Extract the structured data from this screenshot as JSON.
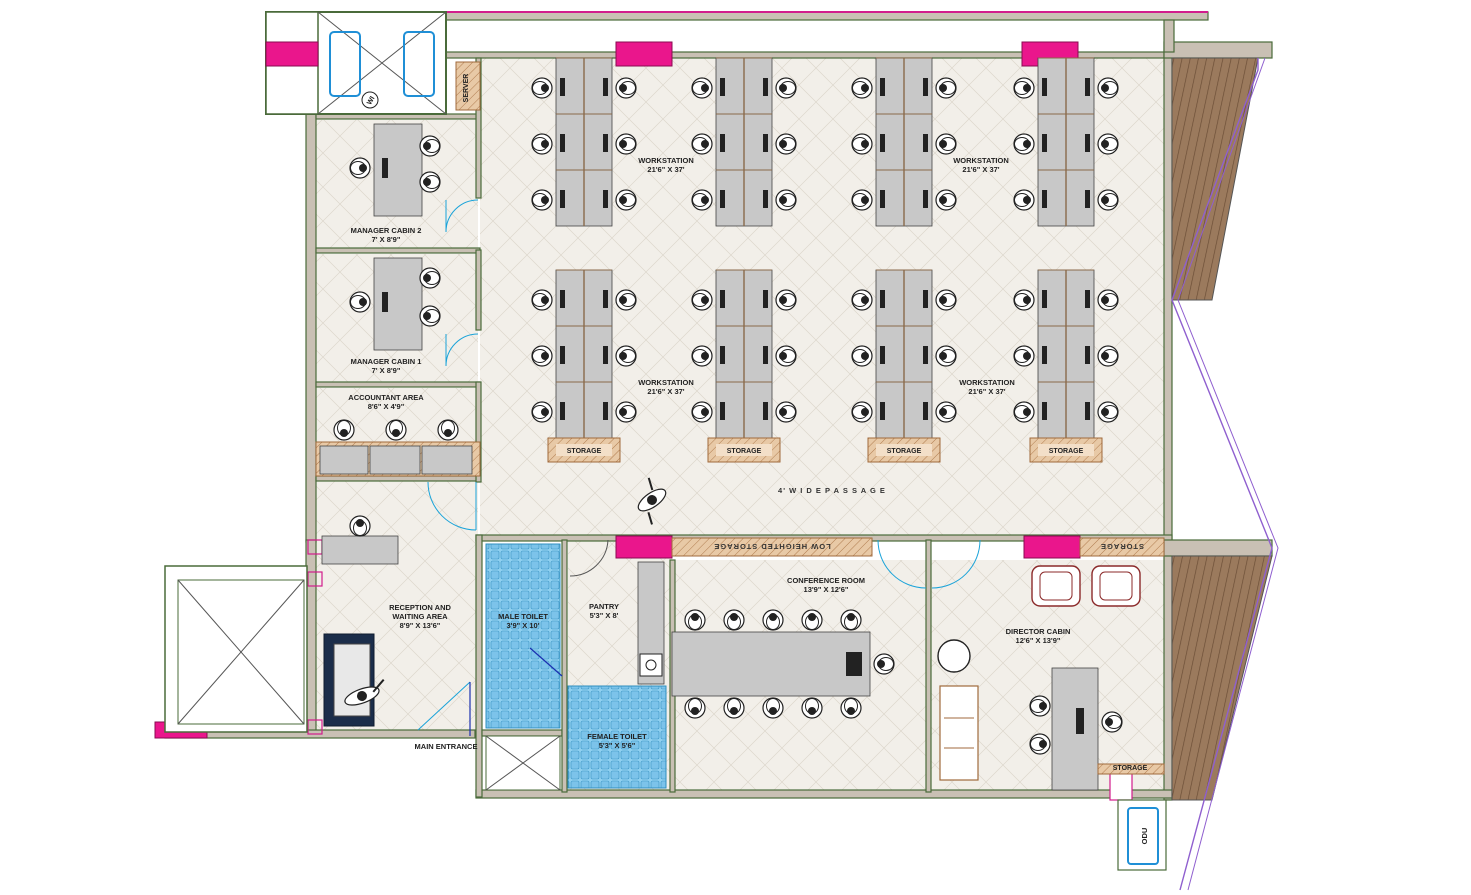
{
  "labels": {
    "workstation_tl": {
      "name": "WORKSTATION",
      "size": "21'6\" X 37'"
    },
    "workstation_tr": {
      "name": "WORKSTATION",
      "size": "21'6\" X 37'"
    },
    "workstation_bl": {
      "name": "WORKSTATION",
      "size": "21'6\" X 37'"
    },
    "workstation_br": {
      "name": "WORKSTATION",
      "size": "21'6\" X 37'"
    },
    "manager2": {
      "name": "MANAGER CABIN 2",
      "size": "7' X 8'9\""
    },
    "manager1": {
      "name": "MANAGER CABIN 1",
      "size": "7' X 8'9\""
    },
    "accountant": {
      "name": "ACCOUNTANT AREA",
      "size": "8'6\" X 4'9\""
    },
    "reception": {
      "name1": "RECEPTION AND",
      "name2": "WAITING AREA",
      "size": "8'9\" X 13'6\""
    },
    "male_toilet": {
      "name": "MALE TOILET",
      "size": "3'9\" X 10'"
    },
    "female_toilet": {
      "name": "FEMALE TOILET",
      "size": "5'3\" X 5'6\""
    },
    "pantry": {
      "name": "PANTRY",
      "size": "5'3\" X 8'"
    },
    "conference": {
      "name": "CONFERENCE ROOM",
      "size": "13'9\" X 12'6\""
    },
    "director": {
      "name": "DIRECTOR CABIN",
      "size": "12'6\" X 13'9\""
    },
    "passage": "4'  W I D E   P A S S A G E",
    "low_storage": "LOW  HEIGHTED  STORAGE",
    "storage": "STORAGE",
    "storage_dir": "STORAGE",
    "server": "SERVER",
    "main_entrance": "MAIN ENTRANCE",
    "odu": "ODU",
    "wi": "WI"
  },
  "colors": {
    "floor": "#f2efe9",
    "wall": "#c9c0b4",
    "wall_edge": "#4a6b3a",
    "magenta_column": "#ea168c",
    "toilet_tile": "#7cc9ee",
    "door": "#1aa3d9",
    "deck": "#8b6b4f",
    "storage": "#e8c9a6"
  }
}
